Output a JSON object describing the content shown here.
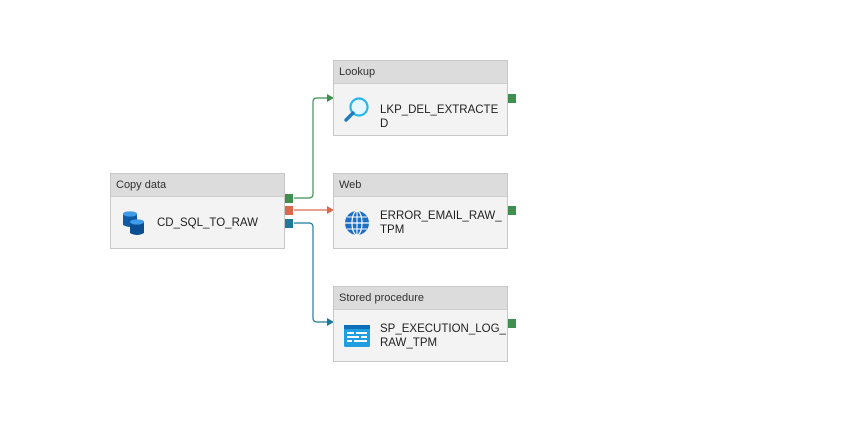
{
  "pipeline": {
    "activities": {
      "copy": {
        "type_label": "Copy data",
        "name": "CD_SQL_TO_RAW",
        "icon": "database-icon"
      },
      "lookup": {
        "type_label": "Lookup",
        "name": "LKP_DEL_EXTRACTED",
        "icon": "search-icon"
      },
      "web": {
        "type_label": "Web",
        "name": "ERROR_EMAIL_RAW_TPM",
        "icon": "globe-icon"
      },
      "stored_procedure": {
        "type_label": "Stored procedure",
        "name": "SP_EXECUTION_LOG_RAW_TPM",
        "icon": "stored-procedure-icon"
      }
    },
    "connections": [
      {
        "from": "copy",
        "to": "lookup",
        "condition": "success"
      },
      {
        "from": "copy",
        "to": "web",
        "condition": "failure"
      },
      {
        "from": "copy",
        "to": "stored_procedure",
        "condition": "completion"
      }
    ],
    "colors": {
      "success": "#3f8f4f",
      "failure": "#d9694b",
      "completion": "#1f7a99"
    }
  }
}
